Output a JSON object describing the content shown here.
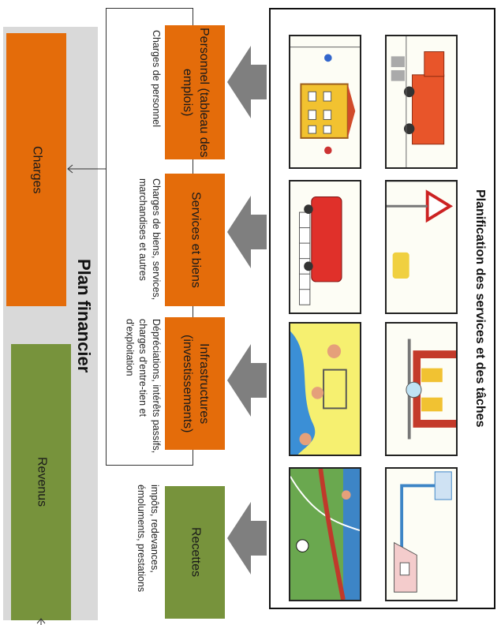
{
  "plan_financier": {
    "title": "Plan financier",
    "charges_label": "Charges",
    "revenus_label": "Revenus"
  },
  "planification": {
    "title": "Planification des services et des tâches"
  },
  "categories": {
    "personnel": {
      "label": "Personnel (tableau des emplois)",
      "note": "Charges de personnel"
    },
    "services": {
      "label": "Services  et biens",
      "note": "Charges de biens, services, marchandises et autres"
    },
    "infrastructures": {
      "label": "Infrastructures (investissements)",
      "note": "Dépréciations, intérêts passifs, charges d'entre-tien et d'exploitation"
    },
    "recettes": {
      "label": "Recettes",
      "note": "impôts, redevances, émoluments, prestations"
    }
  },
  "colors": {
    "orange": "#e46c0a",
    "green": "#77933c",
    "gray_panel": "#d9d9d9",
    "arrow_gray": "#7f7f7f"
  },
  "icons": {
    "arrow": "arrow-left-icon",
    "tiles": [
      "garbage-truck-icon",
      "school-building-icon",
      "road-sign-icon",
      "fire-truck-icon",
      "water-network-icon",
      "playground-icon",
      "water-tower-icon",
      "sports-field-icon"
    ]
  }
}
